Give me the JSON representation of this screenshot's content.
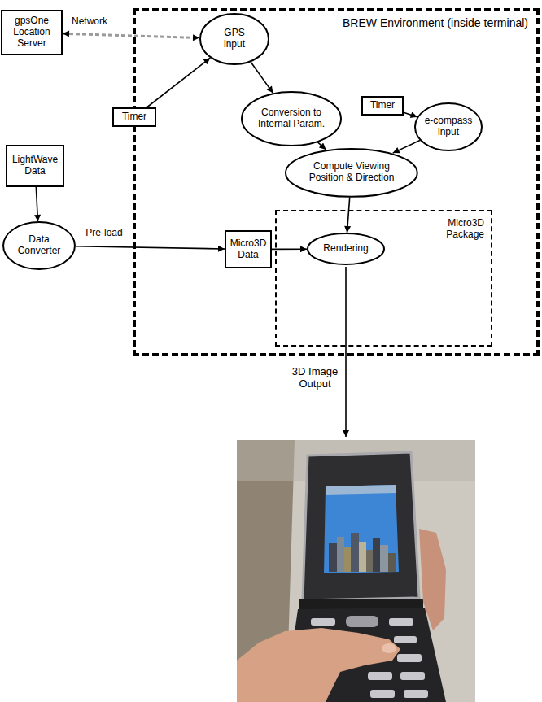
{
  "diagram": {
    "nodes": [
      {
        "text": [
          "gpsOne Location Server"
        ]
      },
      {
        "text": [
          "BREW Environment (inside terminal)"
        ]
      },
      {
        "text": [
          "GPS input"
        ],
        "in": 1
      },
      {
        "text": [
          "Timer"
        ]
      },
      {
        "text": [
          "Conversion to Internal Param."
        ],
        "in": 1
      },
      {
        "text": [
          "Timer"
        ],
        "in": 1
      },
      {
        "text": [
          "e-compass input"
        ],
        "in": 1
      },
      {
        "text": [
          "Compute Viewing Position & Direction"
        ],
        "in": 1
      },
      {
        "text": [
          "LightWave Data"
        ]
      },
      {
        "text": [
          "Data Converter"
        ]
      },
      {
        "text": [
          "Micro3D Package"
        ],
        "in": 1
      },
      {
        "text": [
          "Micro3D Data"
        ],
        "in": 1
      },
      {
        "text": [
          "Rendering"
        ],
        "in": 10
      }
    ],
    "edges": [
      {
        "from": 0,
        "to": 2,
        "label": "Network",
        "arrow": "both"
      },
      {
        "from": 3,
        "to": 2,
        "arrow": "to"
      },
      {
        "from": 2,
        "to": 4,
        "arrow": "to"
      },
      {
        "from": 5,
        "to": 6,
        "arrow": "to"
      },
      {
        "from": 4,
        "to": 7,
        "arrow": "to"
      },
      {
        "from": 6,
        "to": 7,
        "arrow": "to"
      },
      {
        "from": 7,
        "to": 12,
        "arrow": "to"
      },
      {
        "from": 8,
        "to": 9,
        "arrow": "to"
      },
      {
        "from": 9,
        "to": 11,
        "label": "Pre-load",
        "arrow": "to"
      },
      {
        "from": 11,
        "to": 12,
        "arrow": "to"
      }
    ],
    "labels": [
      "3D Image Output"
    ]
  }
}
